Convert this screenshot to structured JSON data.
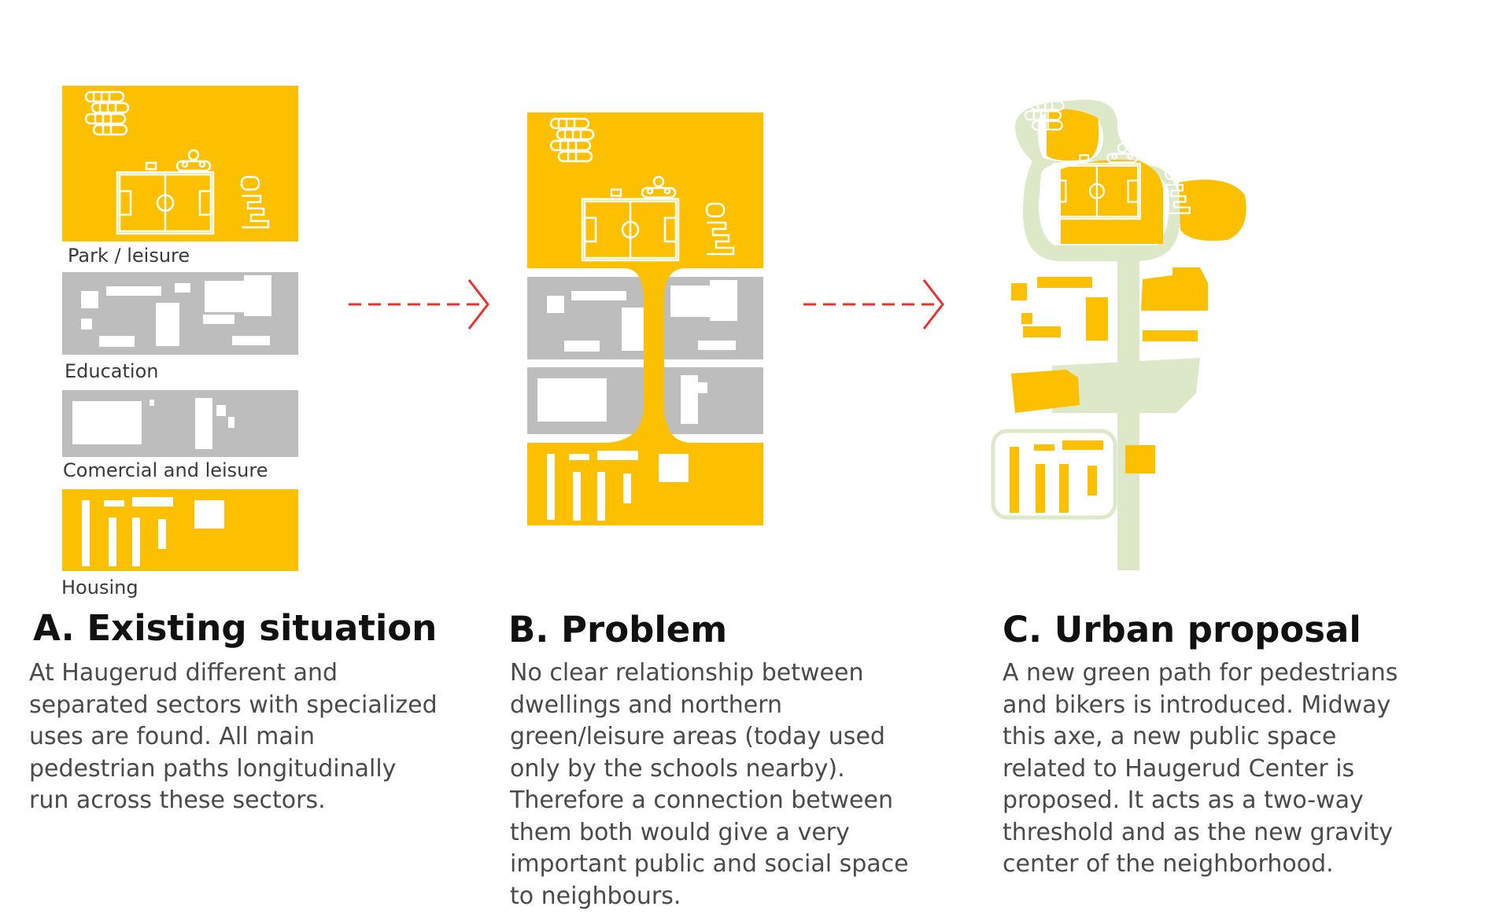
{
  "colors": {
    "yellow": "#FDC000",
    "gray": "#BDBDBD",
    "green": "#DCE8C7",
    "white": "#ffffff",
    "arrow": "#E8322E",
    "heading": "#111111",
    "text": "#4a4a4a"
  },
  "sections": [
    {
      "heading": "A. Existing situation",
      "description": [
        "At Haugerud different and",
        "separated sectors with specialized",
        "uses are found. All main",
        "pedestrian paths longitudinally",
        "run across these sectors."
      ],
      "zones": [
        "Park / leisure",
        "Education",
        "Comercial and leisure",
        "Housing"
      ]
    },
    {
      "heading": "B. Problem",
      "description": [
        "No clear relationship between",
        "dwellings and northern",
        "green/leisure areas (today used",
        "only by the schools nearby).",
        "Therefore a connection between",
        "them both would give a very",
        "important public and social space",
        "to neighbours."
      ]
    },
    {
      "heading": "C. Urban proposal",
      "description": [
        "A new green path for pedestrians",
        "and bikers is introduced. Midway",
        "this axe, a new public space",
        "related to Haugerud Center is",
        "proposed. It acts as a two-way",
        "threshold and as the new gravity",
        "center of the neighborhood."
      ]
    }
  ]
}
